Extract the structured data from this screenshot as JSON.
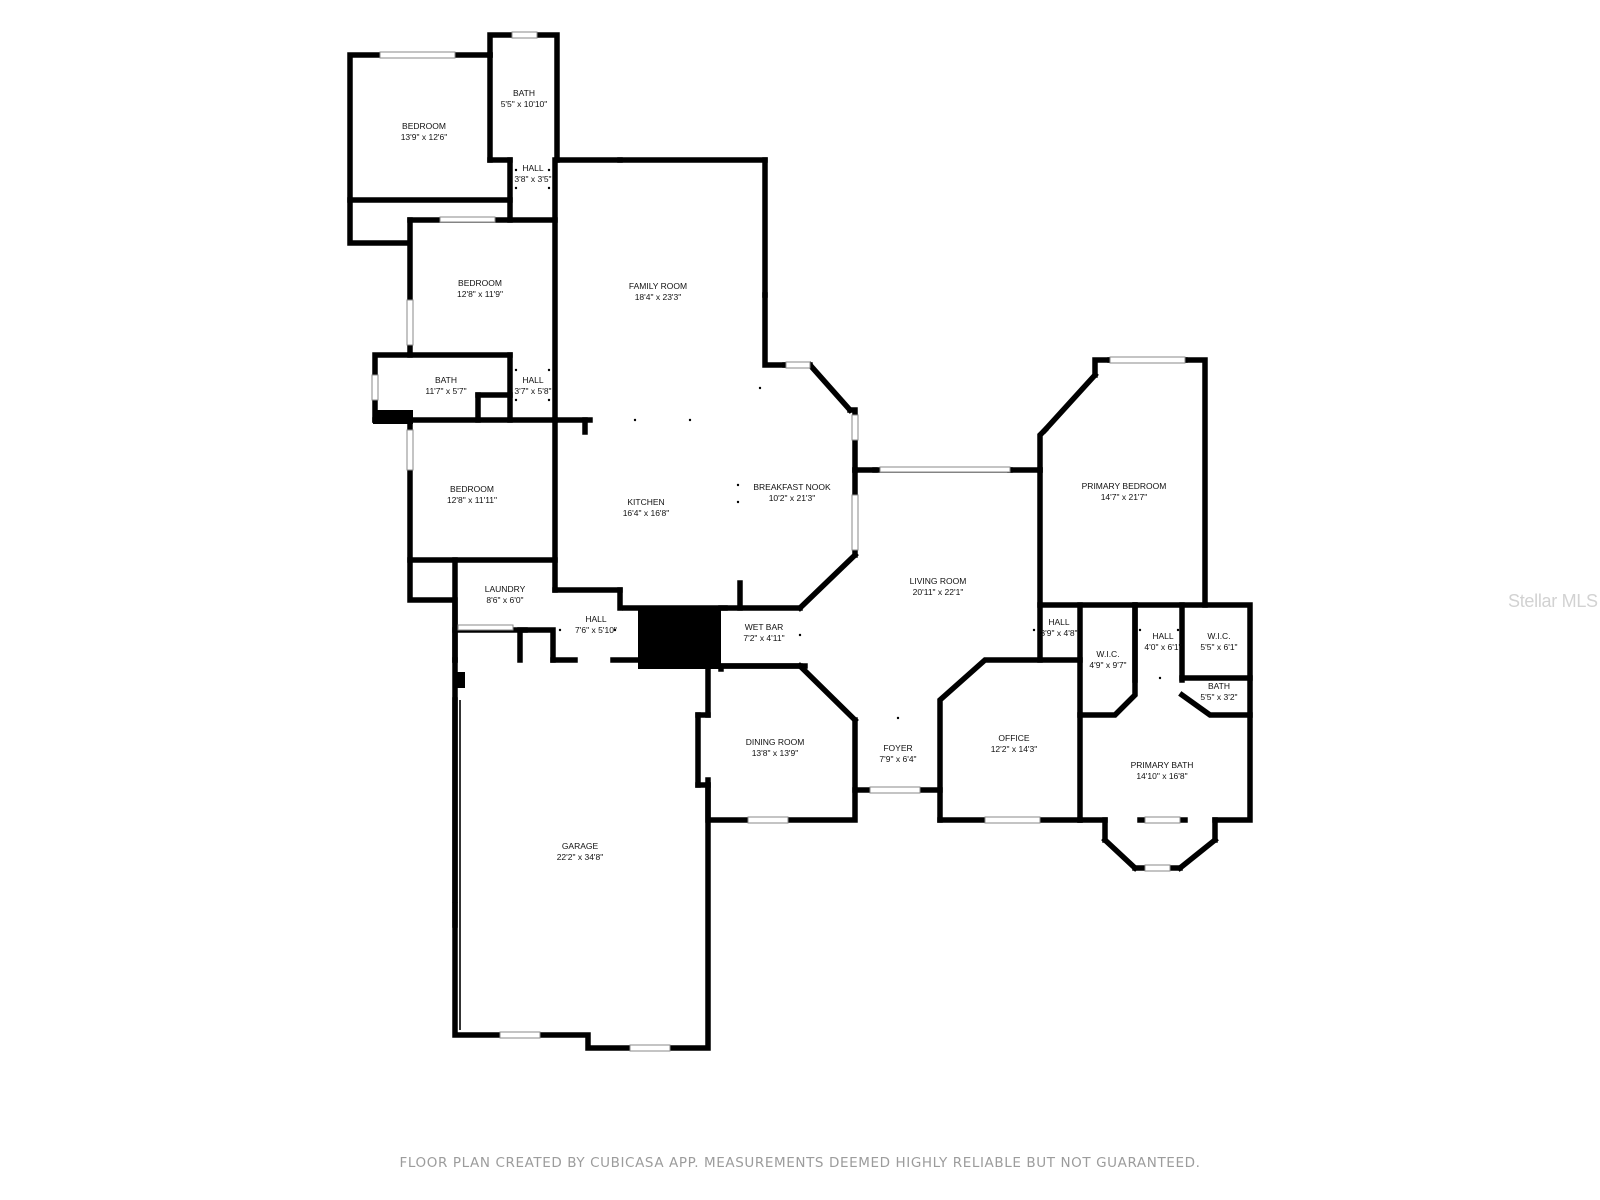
{
  "rooms": {
    "bedroom_nw": {
      "name": "BEDROOM",
      "dim": "13'9\" x 12'6\""
    },
    "bath_top": {
      "name": "BATH",
      "dim": "5'5\" x 10'10\""
    },
    "hall_top": {
      "name": "HALL",
      "dim": "3'8\" x 3'5\""
    },
    "family_room": {
      "name": "FAMILY ROOM",
      "dim": "18'4\" x 23'3\""
    },
    "bedroom_mid": {
      "name": "BEDROOM",
      "dim": "12'8\" x 11'9\""
    },
    "bath_mid": {
      "name": "BATH",
      "dim": "11'7\" x 5'7\""
    },
    "hall_mid": {
      "name": "HALL",
      "dim": "3'7\" x 5'8\""
    },
    "bedroom_sw": {
      "name": "BEDROOM",
      "dim": "12'8\" x 11'11\""
    },
    "kitchen": {
      "name": "KITCHEN",
      "dim": "16'4\" x 16'8\""
    },
    "breakfast_nook": {
      "name": "BREAKFAST NOOK",
      "dim": "10'2\" x 21'3\""
    },
    "laundry": {
      "name": "LAUNDRY",
      "dim": "8'6\" x 6'0\""
    },
    "hall_laundry": {
      "name": "HALL",
      "dim": "7'6\" x 5'10\""
    },
    "wet_bar": {
      "name": "WET BAR",
      "dim": "7'2\" x 4'11\""
    },
    "living_room": {
      "name": "LIVING ROOM",
      "dim": "20'11\" x 22'1\""
    },
    "primary_bedroom": {
      "name": "PRIMARY BEDROOM",
      "dim": "14'7\" x 21'7\""
    },
    "hall_primary": {
      "name": "HALL",
      "dim": "3'9\" x 4'8\""
    },
    "wic_left": {
      "name": "W.I.C.",
      "dim": "4'9\" x 9'7\""
    },
    "hall_closets": {
      "name": "HALL",
      "dim": "4'0\" x 6'1\""
    },
    "wic_right": {
      "name": "W.I.C.",
      "dim": "5'5\" x 6'1\""
    },
    "bath_primary_small": {
      "name": "BATH",
      "dim": "5'5\" x 3'2\""
    },
    "dining_room": {
      "name": "DINING ROOM",
      "dim": "13'8\" x 13'9\""
    },
    "foyer": {
      "name": "FOYER",
      "dim": "7'9\" x 6'4\""
    },
    "office": {
      "name": "OFFICE",
      "dim": "12'2\" x 14'3\""
    },
    "primary_bath": {
      "name": "PRIMARY BATH",
      "dim": "14'10\" x 16'8\""
    },
    "garage": {
      "name": "GARAGE",
      "dim": "22'2\" x 34'8\""
    }
  },
  "footer_note": "FLOOR PLAN CREATED BY CUBICASA APP. MEASUREMENTS DEEMED HIGHLY RELIABLE BUT NOT GUARANTEED.",
  "watermark": "Stellar MLS",
  "colors": {
    "wall": "#000000",
    "window": "#8a8a8a",
    "footer_text": "#9c9c9c",
    "watermark": "#d2d2d2"
  }
}
